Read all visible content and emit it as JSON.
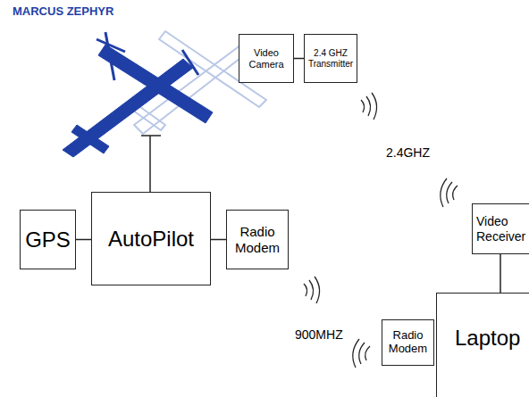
{
  "diagram": {
    "nodes": [
      {
        "text": [
          "Video Camera"
        ]
      },
      {
        "text": [
          "2.4 GHZ Transmitter"
        ]
      },
      {
        "text": [
          "GPS"
        ]
      },
      {
        "text": [
          "AutoPilot"
        ]
      },
      {
        "text": [
          "Radio Modem"
        ]
      },
      {
        "text": [
          "Video Receiver"
        ]
      },
      {
        "text": [
          "Radio Modem"
        ]
      },
      {
        "text": [
          "Laptop"
        ]
      }
    ],
    "edges": [
      {
        "from": 0,
        "to": 1,
        "arrow": "none"
      },
      {
        "from": 2,
        "to": 3,
        "arrow": "none"
      },
      {
        "from": 3,
        "to": 4,
        "arrow": "none"
      },
      {
        "from": 5,
        "to": 7,
        "arrow": "none"
      }
    ],
    "labels": [
      "MARCUS ZEPHYR",
      "2.4GHZ",
      "900MHZ"
    ]
  }
}
